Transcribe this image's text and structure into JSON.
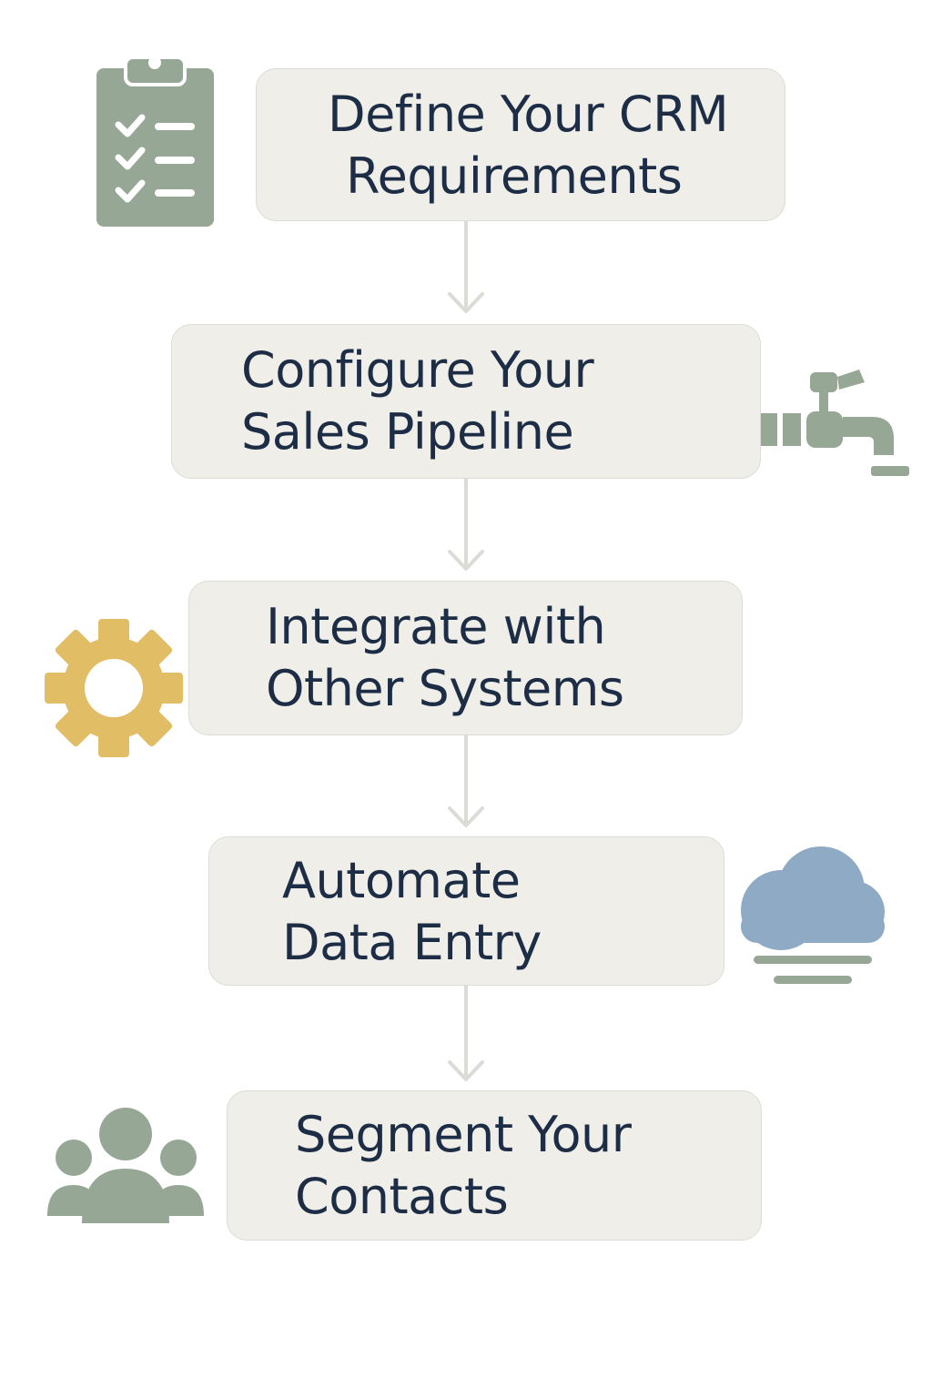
{
  "steps": [
    {
      "line1": "Define Your CRM",
      "line2": "Requirements",
      "icon": "clipboard-checklist-icon"
    },
    {
      "line1": "Configure Your",
      "line2": "Sales Pipeline",
      "icon": "faucet-pipeline-icon"
    },
    {
      "line1": "Integrate with",
      "line2": "Other Systems",
      "icon": "gear-icon"
    },
    {
      "line1": "Automate",
      "line2": "Data Entry",
      "icon": "cloud-icon"
    },
    {
      "line1": "Segment Your",
      "line2": "Contacts",
      "icon": "group-people-icon"
    }
  ],
  "colors": {
    "box_fill": "#efeee9",
    "box_border": "#dcdbd5",
    "text": "#1d2d45",
    "arrow": "#dcdcd6",
    "icon_sage": "#97a796",
    "icon_gold": "#e1bd66",
    "icon_blue": "#8eaac4"
  }
}
